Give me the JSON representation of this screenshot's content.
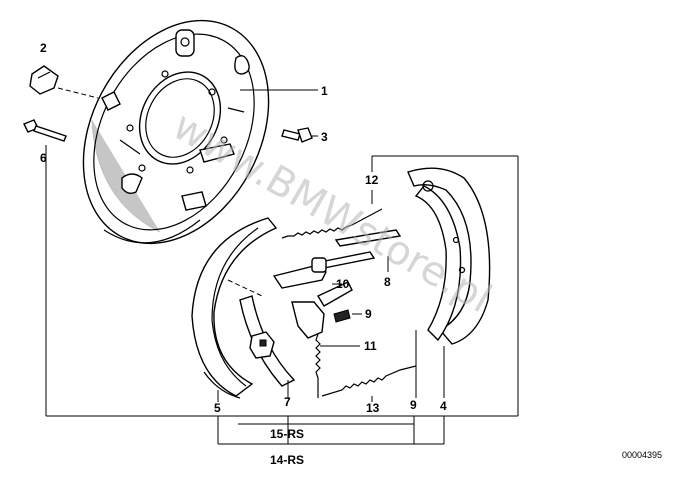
{
  "diagram": {
    "watermark": "www.BMWstore.pl",
    "drawing_number": "00004395",
    "callouts": {
      "c1": "1",
      "c2": "2",
      "c3": "3",
      "c4": "4",
      "c5": "5",
      "c6": "6",
      "c7": "7",
      "c8": "8",
      "c9a": "9",
      "c9b": "9",
      "c10": "10",
      "c11": "11",
      "c12": "12",
      "c13": "13",
      "c15": "15-RS",
      "c14": "14-RS"
    }
  }
}
